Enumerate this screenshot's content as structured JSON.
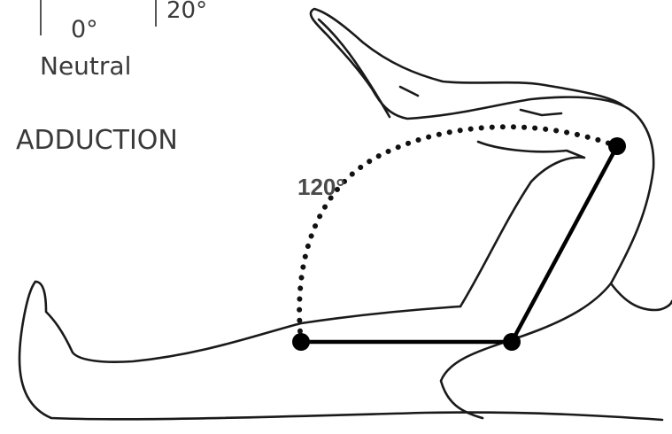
{
  "labels": {
    "neutral_degree": "0°",
    "top_degree_fragment": "20°",
    "neutral": "Neutral",
    "adduction": "ADDUCTION",
    "flexion_angle": "120°"
  }
}
